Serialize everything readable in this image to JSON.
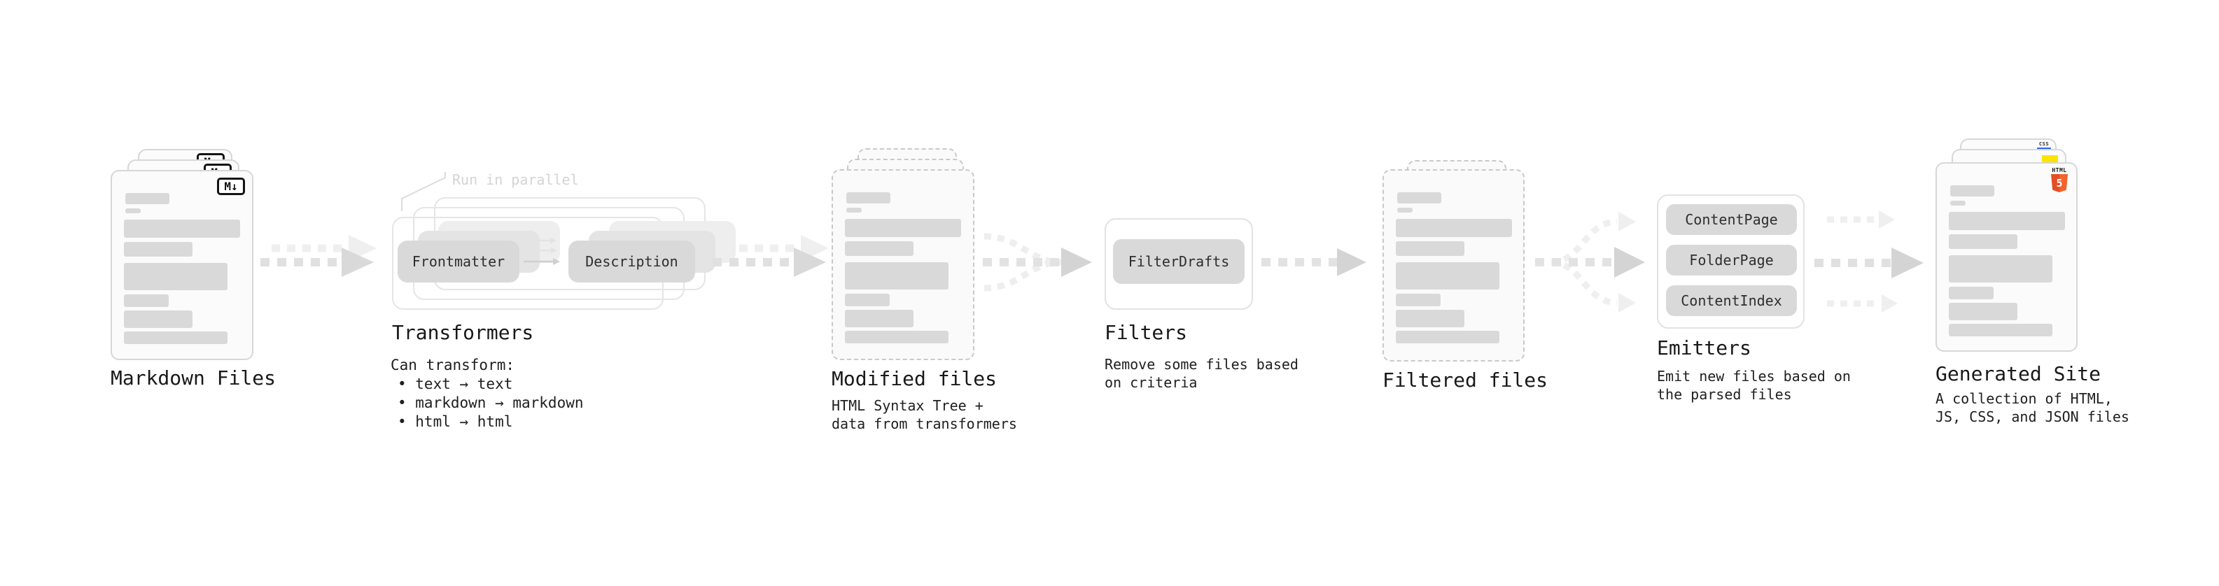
{
  "stages": {
    "markdown": {
      "label": "Markdown Files",
      "badge": "M↓"
    },
    "transformers": {
      "label": "Transformers",
      "note": "Run in parallel",
      "pill_left": "Frontmatter",
      "pill_right": "Description",
      "desc": [
        "Can transform:",
        "• text → text",
        "• markdown → markdown",
        "• html → html"
      ]
    },
    "modified": {
      "label": "Modified files",
      "desc": [
        "HTML Syntax Tree +",
        "data from transformers"
      ]
    },
    "filters": {
      "label": "Filters",
      "pill": "FilterDrafts",
      "desc": [
        "Remove some files based",
        "on criteria"
      ]
    },
    "filtered": {
      "label": "Filtered files"
    },
    "emitters": {
      "label": "Emitters",
      "pills": [
        "ContentPage",
        "FolderPage",
        "ContentIndex"
      ],
      "desc": [
        "Emit new files based on",
        "the parsed files"
      ]
    },
    "generated": {
      "label": "Generated Site",
      "desc": [
        "A collection of HTML,",
        "JS, CSS, and JSON files"
      ],
      "badges": {
        "css": "CSS",
        "html_word": "HTML",
        "html_number": "5"
      }
    }
  },
  "colors": {
    "placeholder_bar": "#d9d9d9",
    "pill_gray": "#d9d9d9",
    "arrow_gray": "#e0e0e0",
    "arrow_light": "#efefef",
    "note_gray": "#d4d4d4",
    "html5_orange": "#e44d26",
    "html5_orange_light": "#f16529",
    "js_yellow": "#ffe300",
    "css_blue": "#2d67f1"
  }
}
